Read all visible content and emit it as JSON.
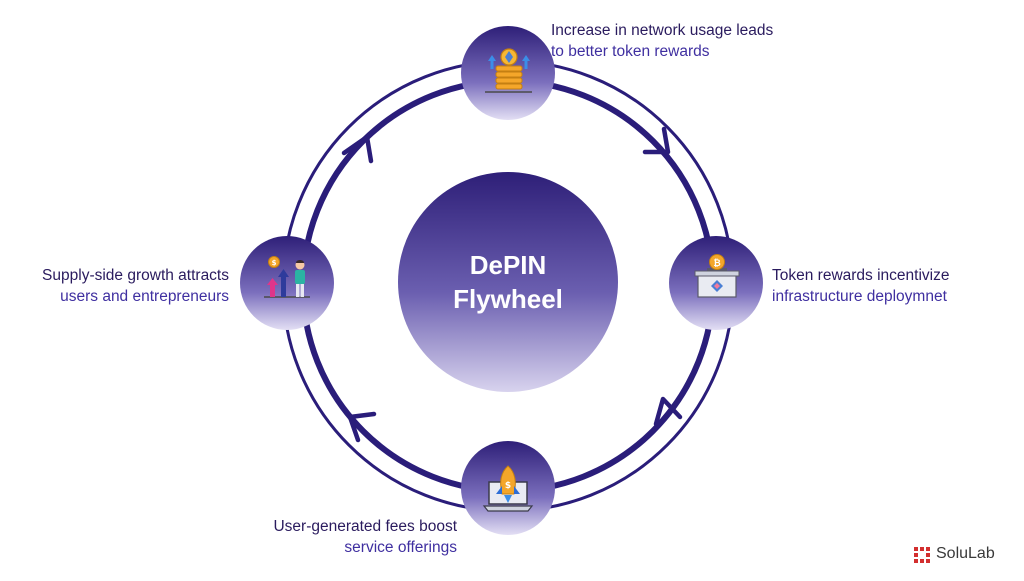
{
  "center": {
    "line1": "DePIN",
    "line2": "Flywheel"
  },
  "steps": [
    {
      "id": "top",
      "line1": "Increase in network usage leads",
      "line2": "to better token rewards",
      "icon": "coin-stack-icon"
    },
    {
      "id": "right",
      "line1": "Token rewards incentivize",
      "line2": "infrastructure deploymnet",
      "icon": "bitcoin-box-icon"
    },
    {
      "id": "bottom",
      "line1": "User-generated fees boost",
      "line2": "service offerings",
      "icon": "rocket-laptop-icon"
    },
    {
      "id": "left",
      "line1": "Supply-side growth attracts",
      "line2": "users and entrepreneurs",
      "icon": "growth-chart-person-icon"
    }
  ],
  "brand": {
    "name": "SoluLab"
  },
  "colors": {
    "ring": "#2a1d7a",
    "circle_top": "#2e1f78",
    "circle_bottom": "#d8d3ee",
    "text_dark": "#2a1b5e",
    "text_accent": "#3f2fa0",
    "brand_red": "#d32f2f"
  }
}
